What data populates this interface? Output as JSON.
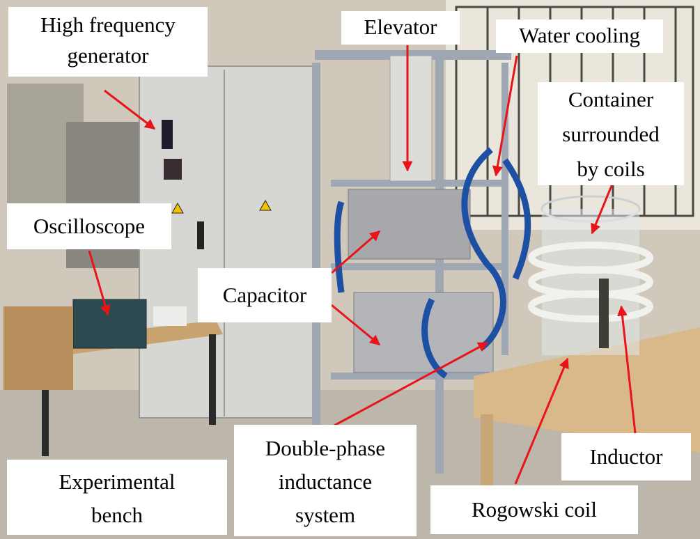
{
  "annotations": {
    "high_frequency_generator": [
      "High frequency",
      "generator"
    ],
    "elevator": [
      "Elevator"
    ],
    "water_cooling": [
      "Water cooling"
    ],
    "container": [
      "Container",
      "surrounded",
      "by coils"
    ],
    "oscilloscope": [
      "Oscilloscope"
    ],
    "capacitor": [
      "Capacitor"
    ],
    "double_phase": [
      "Double-phase",
      "inductance",
      "system"
    ],
    "inductor": [
      "Inductor"
    ],
    "experimental_bench": [
      "Experimental",
      "bench"
    ],
    "rogowski_coil": [
      "Rogowski coil"
    ]
  },
  "colors": {
    "arrow": "#e8141a",
    "label_bg": "#ffffff",
    "label_text": "#000000"
  }
}
